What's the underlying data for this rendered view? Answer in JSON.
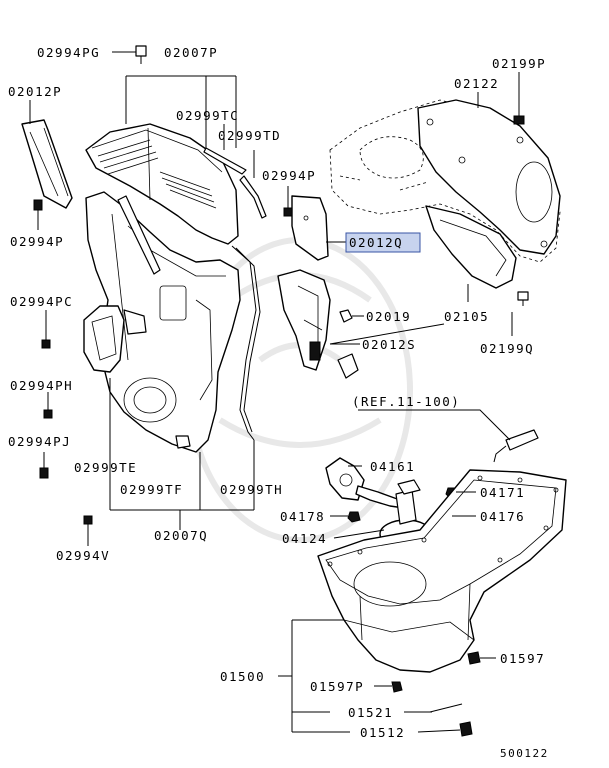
{
  "callouts": {
    "c02994PG": "02994PG",
    "c02007P": "02007P",
    "c02199P": "02199P",
    "c02012P": "02012P",
    "c02122": "02122",
    "c02999TC": "02999TC",
    "c02999TD": "02999TD",
    "c02994P_right": "02994P",
    "c02994P_left": "02994P",
    "c02012Q": "02012Q",
    "c02994PC": "02994PC",
    "c02019": "02019",
    "c02105": "02105",
    "c02012S": "02012S",
    "c02199Q": "02199Q",
    "c02994PH": "02994PH",
    "c02994PJ": "02994PJ",
    "c02999TE": "02999TE",
    "c02999TF": "02999TF",
    "c02999TH": "02999TH",
    "c02007Q": "02007Q",
    "c02994V": "02994V",
    "ref": "(REF.11-100)",
    "c04161": "04161",
    "c04171": "04171",
    "c04178": "04178",
    "c04176": "04176",
    "c04124": "04124",
    "c01500": "01500",
    "c01597": "01597",
    "c01597P": "01597P",
    "c01521": "01521",
    "c01512": "01512",
    "diagram_id": "500122"
  },
  "highlight_color": "#c7d3ee",
  "highlight_border": "#3a55a4"
}
